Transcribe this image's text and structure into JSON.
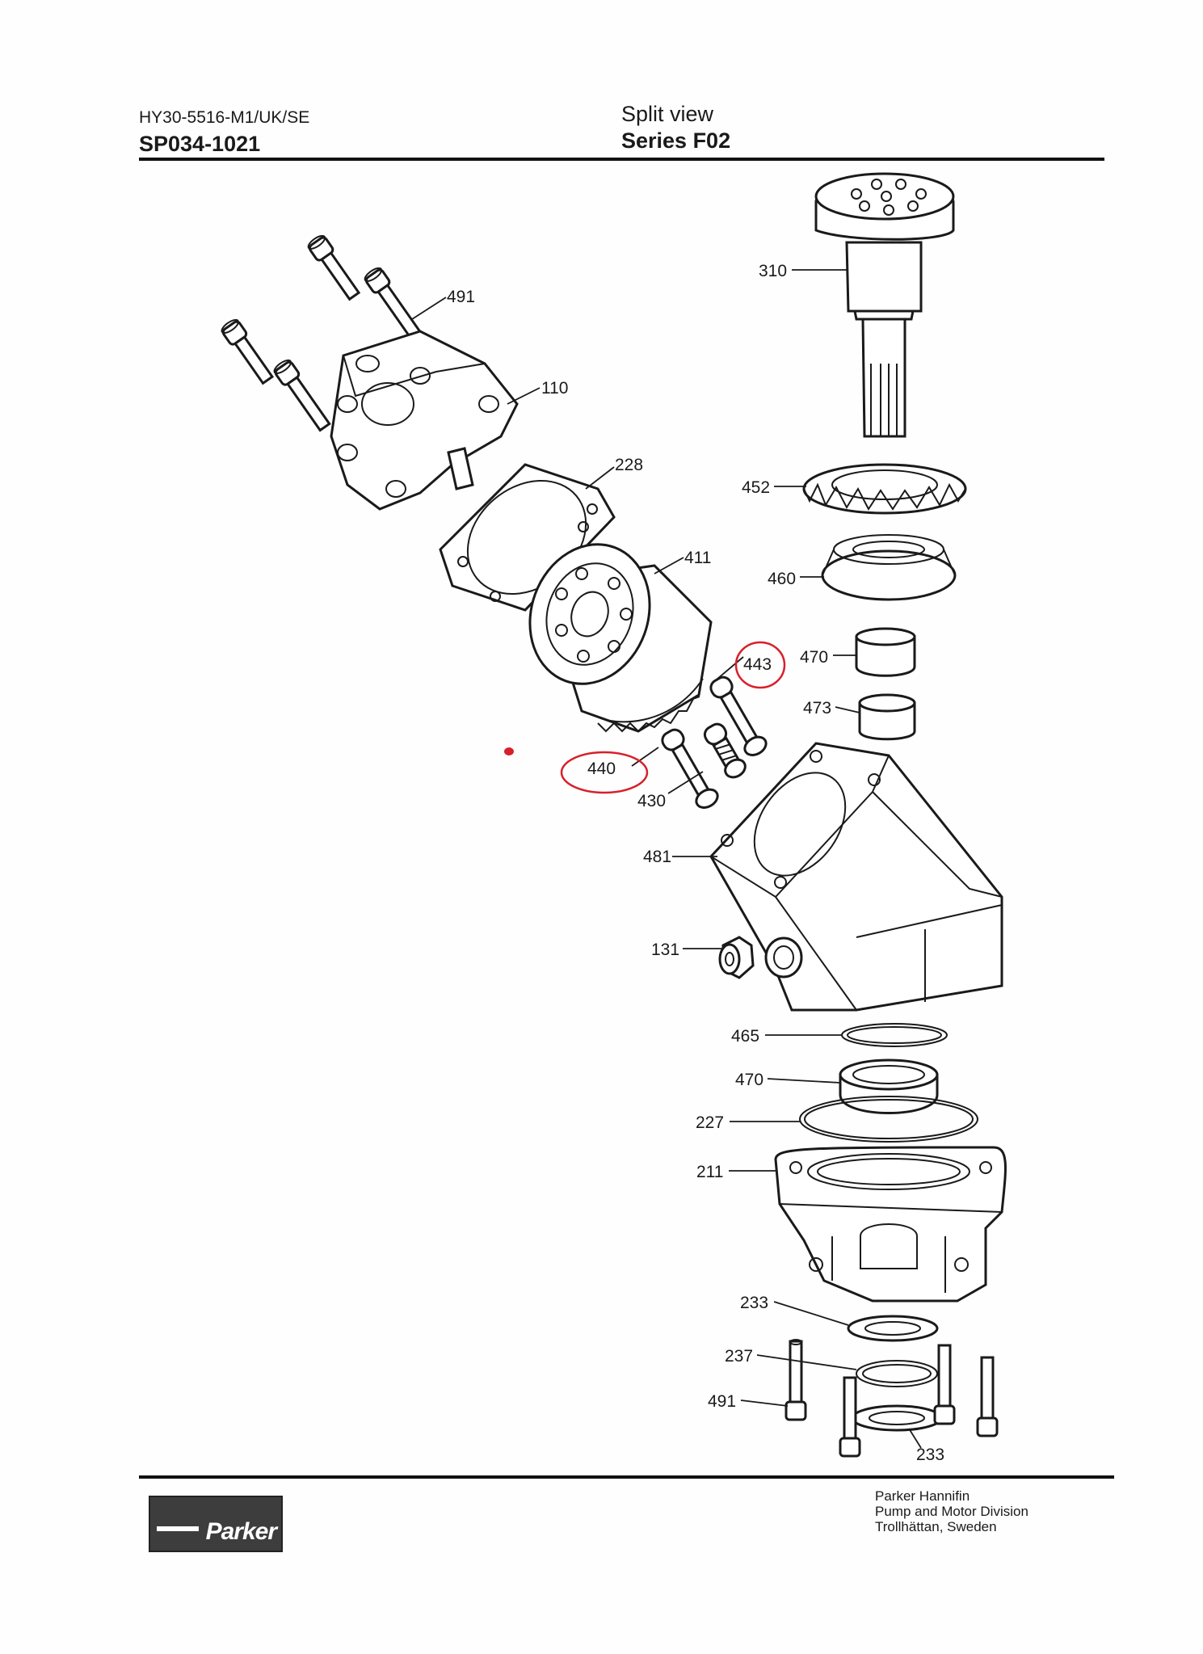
{
  "header": {
    "doc_code": "HY30-5516-M1/UK/SE",
    "doc_number": "SP034-1021",
    "view_title": "Split view",
    "series_title": "Series F02"
  },
  "callouts": {
    "p491_top": "491",
    "p110": "110",
    "p228": "228",
    "p411": "411",
    "p443": "443",
    "p440": "440",
    "p430": "430",
    "p481": "481",
    "p131": "131",
    "p310": "310",
    "p452": "452",
    "p460": "460",
    "p470_top": "470",
    "p473": "473",
    "p465": "465",
    "p470_bottom": "470",
    "p227": "227",
    "p211": "211",
    "p233_top": "233",
    "p237": "237",
    "p491_bottom": "491",
    "p233_bottom": "233"
  },
  "highlight_color": "#d8202a",
  "footer": {
    "company": "Parker Hannifin",
    "division": "Pump and Motor Division",
    "location": "Trollhättan, Sweden",
    "logo_text": "Parker"
  }
}
